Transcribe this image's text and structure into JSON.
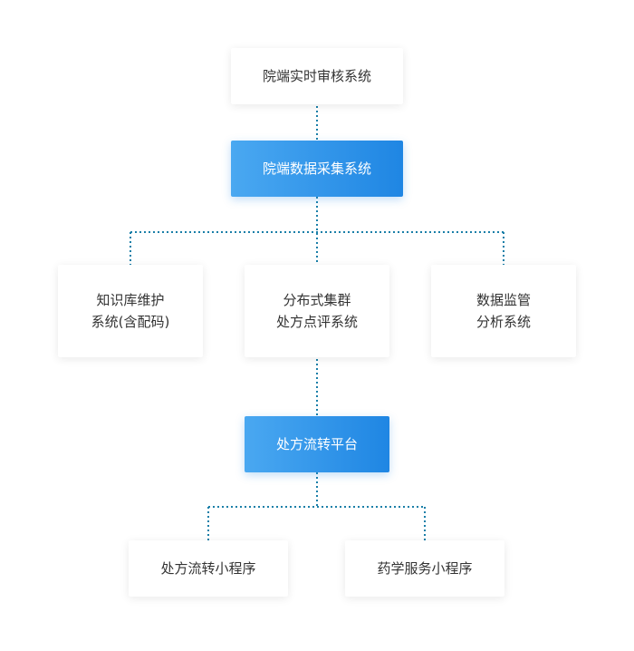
{
  "nodes": {
    "top": {
      "lines": [
        "院端实时审核系统"
      ]
    },
    "collect": {
      "lines": [
        "院端数据采集系统"
      ]
    },
    "knowledge_base": {
      "lines": [
        "知识库维护",
        "系统(含配码)"
      ]
    },
    "cluster": {
      "lines": [
        "分布式集群",
        "处方点评系统"
      ]
    },
    "monitor": {
      "lines": [
        "数据监管",
        "分析系统"
      ]
    },
    "platform": {
      "lines": [
        "处方流转平台"
      ]
    },
    "rx_mini": {
      "lines": [
        "处方流转小程序"
      ]
    },
    "pharmacy_mini": {
      "lines": [
        "药学服务小程序"
      ]
    }
  },
  "colors": {
    "connector": "#1a7fa8",
    "primary_start": "#4aa8f1",
    "primary_end": "#1f86e3",
    "text": "#333333"
  }
}
